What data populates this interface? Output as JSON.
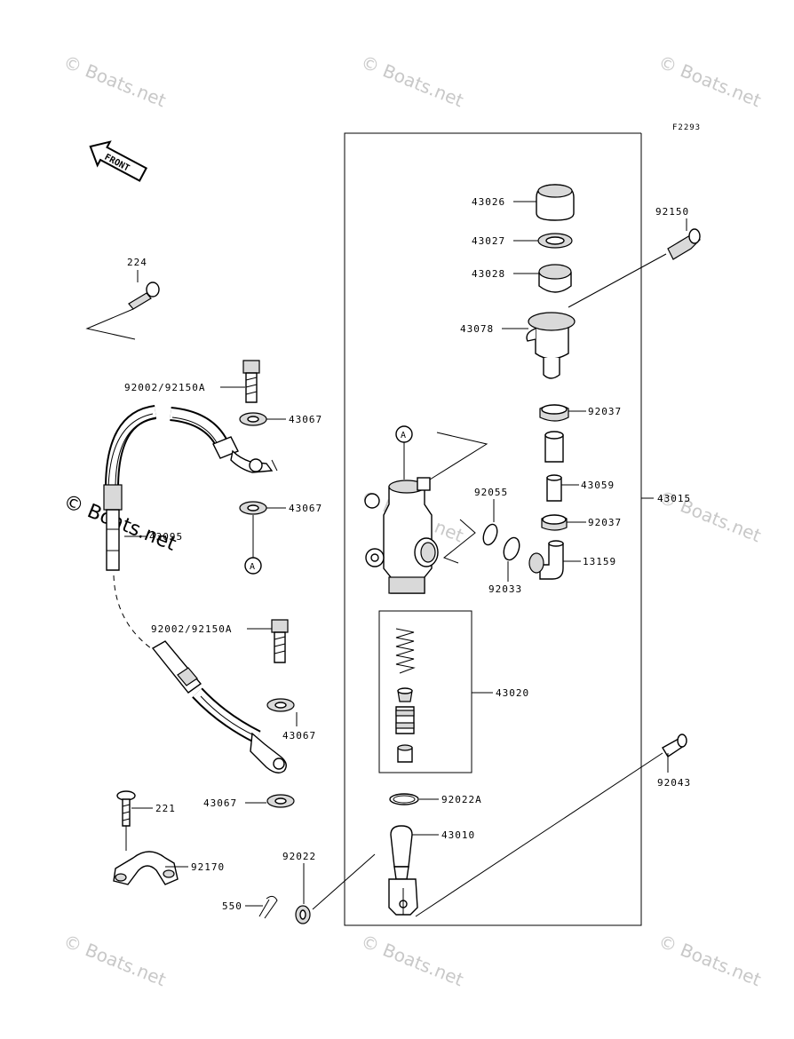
{
  "figure_code": "F2293",
  "front_label": "FRONT",
  "watermark": "© Boats.net",
  "callout_A": "A",
  "parts": {
    "p43026": "43026",
    "p43027": "43027",
    "p43028": "43028",
    "p43078": "43078",
    "p92150": "92150",
    "p224": "224",
    "p92002a": "92002/92150A",
    "p43067a": "43067",
    "p92037a": "92037",
    "p43059": "43059",
    "p92055": "92055",
    "p43015": "43015",
    "p92037b": "92037",
    "p43067b": "43067",
    "p43095": "43095",
    "p13159": "13159",
    "p92033": "92033",
    "p92002b": "92002/92150A",
    "p43020": "43020",
    "p43067c": "43067",
    "p92043": "92043",
    "p221": "221",
    "p43067d": "43067",
    "p92022a": "92022A",
    "p43010": "43010",
    "p92022": "92022",
    "p92170": "92170",
    "p550": "550"
  }
}
